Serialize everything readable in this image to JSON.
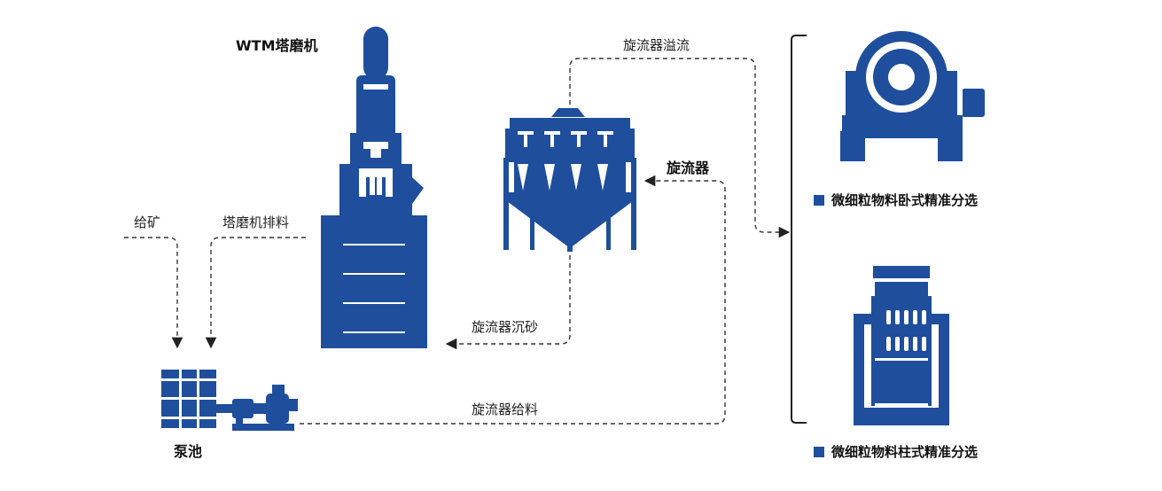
{
  "colors": {
    "machine": "#1f4e9c",
    "line": "#333333",
    "bracket": "#222222"
  },
  "labels": {
    "tower_mill": "WTM塔磨机",
    "feed_ore": "给矿",
    "mill_discharge": "塔磨机排料",
    "pump_tank": "泵池",
    "cyclone": "旋流器",
    "cyclone_overflow": "旋流器溢流",
    "cyclone_underflow": "旋流器沉砂",
    "cyclone_feed": "旋流器给料"
  },
  "outputs": [
    {
      "label": "微细粒物料卧式精准分选",
      "icon": "horizontal-mill-icon"
    },
    {
      "label": "微细粒物料柱式精准分选",
      "icon": "column-separator-icon"
    }
  ]
}
